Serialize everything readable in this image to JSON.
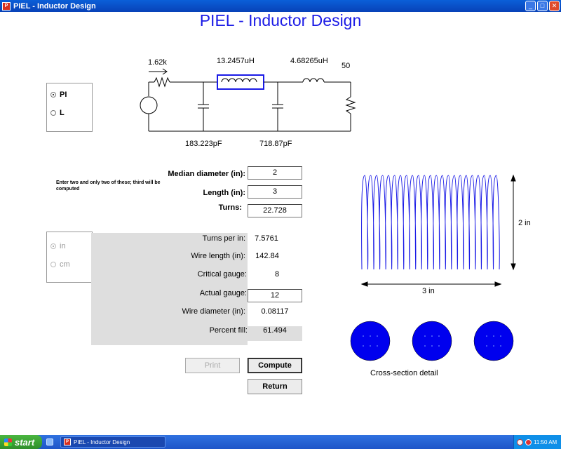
{
  "window": {
    "title": "PIEL - Inductor Design",
    "icon_text": "P"
  },
  "app_title": "PIEL - Inductor Design",
  "topology": {
    "options": [
      {
        "label": "PI",
        "selected": true
      },
      {
        "label": "L",
        "selected": false
      }
    ]
  },
  "circuit": {
    "source_resistance": "1.62k",
    "inductor1": "13.2457uH",
    "inductor2": "4.68265uH",
    "load": "50",
    "cap1": "183.223pF",
    "cap2": "718.87pF"
  },
  "hint": "Enter two and only two of these; third will be computed",
  "inputs": {
    "median_diameter": {
      "label": "Median diameter (in):",
      "value": "2"
    },
    "length": {
      "label": "Length (in):",
      "value": "3"
    },
    "turns": {
      "label": "Turns:",
      "value": "22.728"
    }
  },
  "units": {
    "options": [
      {
        "label": "in",
        "selected": true
      },
      {
        "label": "cm",
        "selected": false
      }
    ]
  },
  "results": {
    "turns_per_in": {
      "label": "Turns per in:",
      "value": "7.5761"
    },
    "wire_length": {
      "label": "Wire length (in):",
      "value": "142.84"
    },
    "critical_gauge": {
      "label": "Critical gauge:",
      "value": "8"
    },
    "actual_gauge": {
      "label": "Actual gauge:",
      "value": "12"
    },
    "wire_diameter": {
      "label": "Wire diameter (in):",
      "value": "0.08117"
    },
    "percent_fill": {
      "label": "Percent fill:",
      "value": "61.494"
    }
  },
  "buttons": {
    "print": "Print",
    "compute": "Compute",
    "return": "Return"
  },
  "coil": {
    "height_label": "2 in",
    "width_label": "3 in",
    "turns": 23,
    "color": "#1a1ae6"
  },
  "cross_section": {
    "caption": "Cross-section detail",
    "color": "#0000ee"
  },
  "taskbar": {
    "start": "start",
    "task": "PIEL - Inductor Design",
    "clock": "11:50 AM"
  }
}
